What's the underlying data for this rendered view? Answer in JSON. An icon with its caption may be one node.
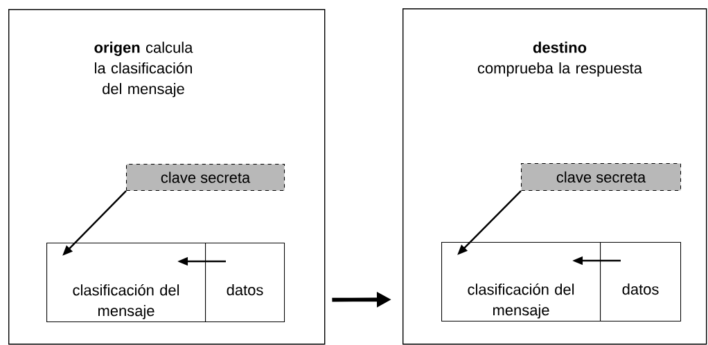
{
  "diagram": {
    "nodes": [
      {
        "text": [
          "**origen** calcula la clasificación del mensaje"
        ]
      },
      {
        "text": [
          "clave secreta"
        ],
        "in": 0
      },
      {
        "text": [
          "clasificación del mensaje"
        ],
        "in": 0
      },
      {
        "text": [
          "datos"
        ],
        "in": 0
      },
      {
        "text": [
          "destino",
          "comprueba la respuesta"
        ]
      },
      {
        "text": [
          "clave secreta"
        ],
        "in": 4
      },
      {
        "text": [
          "clasificación del mensaje"
        ],
        "in": 4
      },
      {
        "text": [
          "datos"
        ],
        "in": 4
      }
    ],
    "edges": [
      {
        "from": 1,
        "to": 2,
        "arrow": "to"
      },
      {
        "from": 3,
        "to": 2,
        "arrow": "to"
      },
      {
        "from": 0,
        "to": 4,
        "arrow": "to",
        "style": "thick"
      },
      {
        "from": 5,
        "to": 6,
        "arrow": "to"
      },
      {
        "from": 7,
        "to": 6,
        "arrow": "to"
      }
    ]
  }
}
